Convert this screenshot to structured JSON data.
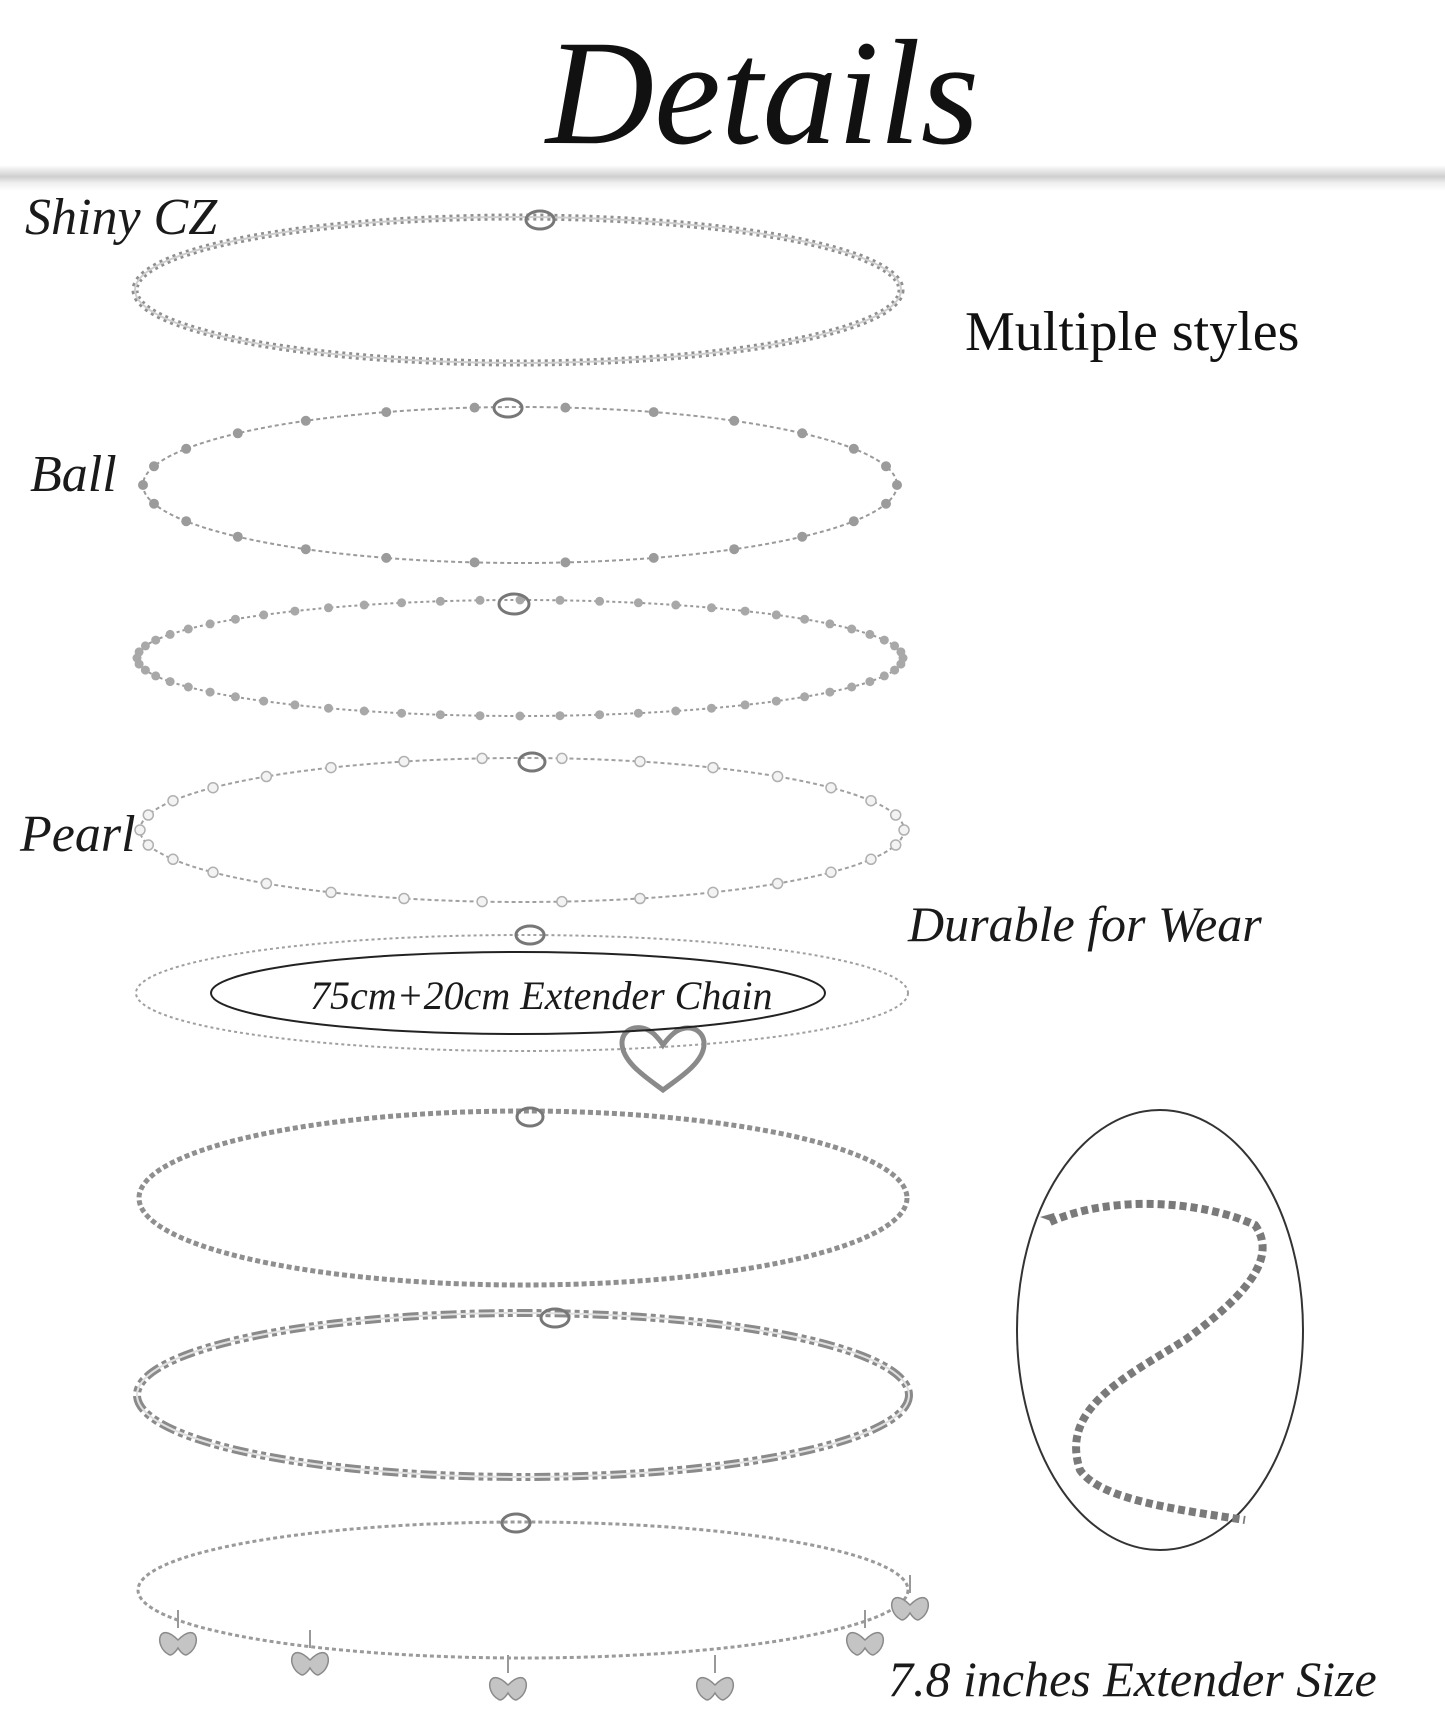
{
  "header": {
    "title": "Details"
  },
  "labels": {
    "shiny_cz": "Shiny CZ",
    "ball": "Ball",
    "pearl": "Pearl",
    "multiple_styles": "Multiple styles",
    "durable": "Durable for Wear",
    "extender_chain": "75cm+20cm Extender Chain",
    "extender_size": "7.8 inches Extender Size"
  },
  "colors": {
    "chain": "#8a8a8a",
    "text": "#1a1a1a",
    "outline": "#222222"
  }
}
